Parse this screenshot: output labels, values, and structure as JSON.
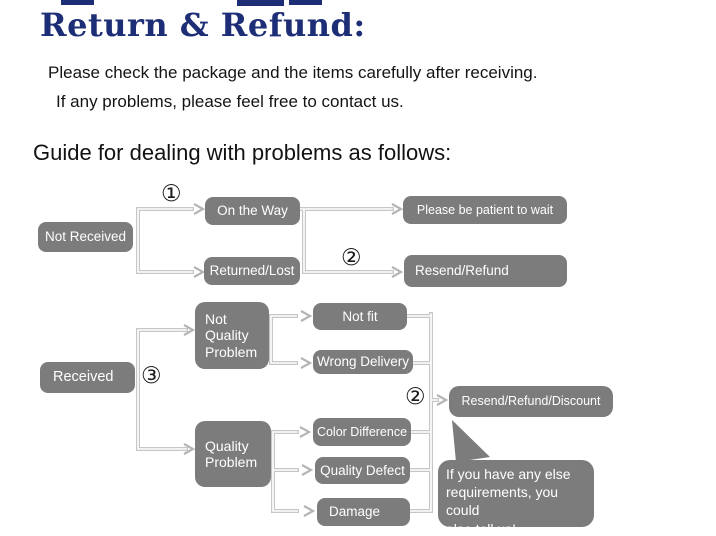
{
  "header": {
    "title": "Return & Refund:",
    "intro_line1": "Please check the package and the items carefully after receiving.",
    "intro_line2": "If any problems, please feel free to contact us.",
    "guide_heading": "Guide for dealing with problems as follows:"
  },
  "colors": {
    "title_navy": "#1e2e76",
    "node_gray": "#7c7c7c",
    "connector_gray": "#c6c6c6",
    "arrowhead_gray": "#b5b5b5"
  },
  "flow": {
    "steps": {
      "step1": "①",
      "step2": "②",
      "step3": "③"
    },
    "nodes": {
      "not_received": "Not Received",
      "on_the_way": "On the Way",
      "returned_lost": "Returned/Lost",
      "please_wait": "Please be patient to wait",
      "resend_refund": "Resend/Refund",
      "received": "Received",
      "not_quality_problem": "Not\nQuality\nProblem",
      "not_fit": "Not fit",
      "wrong_delivery": "Wrong Delivery",
      "quality_problem": "Quality\nProblem",
      "color_difference": "Color Difference",
      "quality_defect": "Quality Defect",
      "damage": "Damage",
      "resend_refund_discount": "Resend/Refund/Discount"
    },
    "bubble_text": "If you have any else\nrequirements, you could\nalso tell us!"
  }
}
